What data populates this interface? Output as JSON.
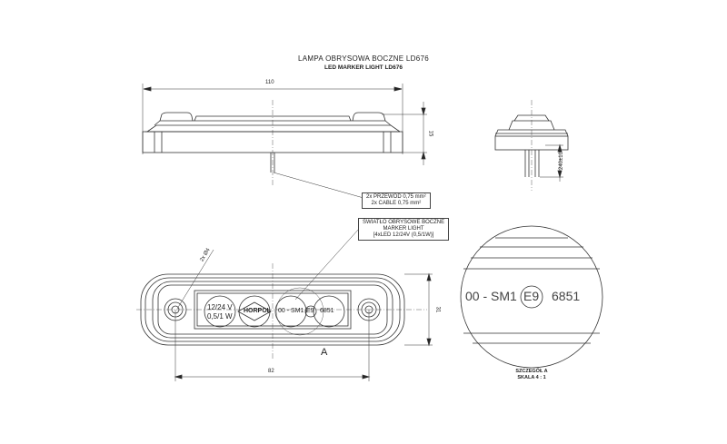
{
  "title": {
    "line1": "LAMPA OBRYSOWA BOCZNE LD676",
    "line2": "LED MARKER LIGHT LD676"
  },
  "side_view": {
    "dim_length": "110",
    "dim_height": "15"
  },
  "end_view": {
    "dim_cable": "240±10"
  },
  "cable_callout": {
    "line1": "2x PRZEWÓD 0,75 mm²",
    "line2": "2x CABLE 0,75 mm²"
  },
  "light_callout": {
    "line1": "ŚWIATŁO OBRYSOWE BOCZNE",
    "line2": "MARKER LIGHT",
    "line3": "[4xLED 12/24V (0,5/1W)]"
  },
  "top_view": {
    "dim_holes": "2x Ø4",
    "dim_width": "31",
    "dim_spacing": "82",
    "voltage": "12/24 V",
    "power": "0,5/1 W",
    "brand": "HORPOL",
    "code": "00 - SM1",
    "approval": "E9",
    "number": "6851",
    "detail_marker": "A"
  },
  "detail": {
    "code": "00 - SM1",
    "approval": "E9",
    "number": "6851",
    "caption1": "SZCZEGÓŁ A",
    "caption2": "SKALA 4 : 1"
  }
}
